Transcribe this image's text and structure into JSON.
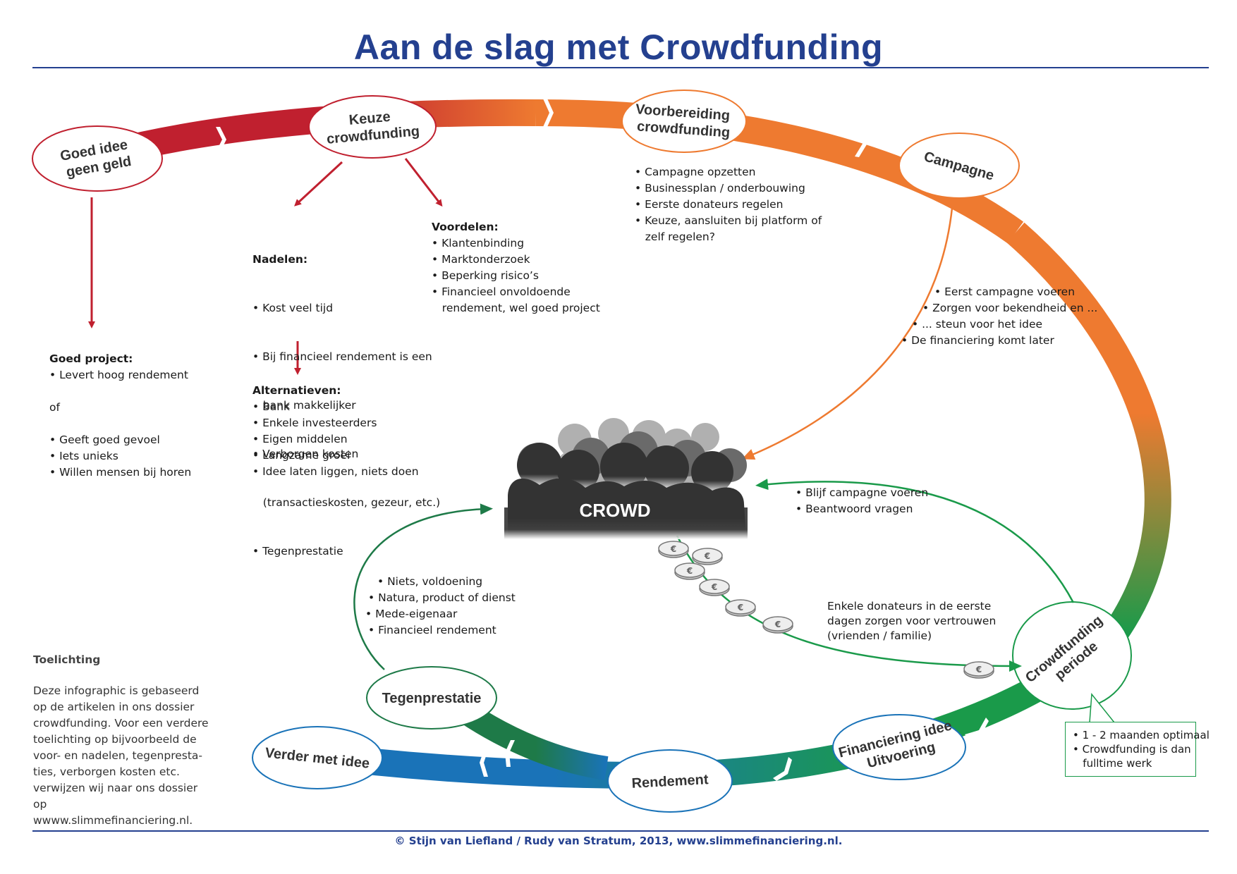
{
  "title": "Aan de slag met Crowdfunding",
  "footer": "© Stijn van Liefland / Rudy van Stratum, 2013, www.slimmefinanciering.nl.",
  "colors": {
    "title_blue": "#24408f",
    "red": "#c0202f",
    "orange": "#ee7a30",
    "green": "#1a9a4a",
    "dark_green": "#1e7a48",
    "blue": "#1a73b8",
    "crowd_gray": "#3a3a3a"
  },
  "stages": {
    "goed_idee": [
      "Goed idee",
      "geen geld"
    ],
    "keuze": [
      "Keuze",
      "crowdfunding"
    ],
    "voorbereiding": [
      "Voorbereiding",
      "crowdfunding"
    ],
    "campagne": [
      "Campagne"
    ],
    "periode": [
      "Crowdfunding",
      "periode"
    ],
    "financiering": [
      "Financiering idee",
      "Uitvoering"
    ],
    "rendement": [
      "Rendement"
    ],
    "tegenprestatie": [
      "Tegenprestatie"
    ],
    "verder": [
      "Verder met idee"
    ]
  },
  "crowd_label": "CROWD",
  "goed_project": {
    "heading": "Goed project:",
    "items": [
      "• Levert hoog rendement",
      "",
      "of",
      "",
      "• Geeft goed gevoel",
      "• Iets unieks",
      "• Willen mensen bij horen"
    ]
  },
  "nadelen": {
    "heading": "Nadelen:",
    "items": [
      "• Kost veel tijd",
      "• Bij financieel rendement is een",
      "   bank makkelijker",
      "• Verborgen kosten",
      "   (transactieskosten, gezeur, etc.)",
      "• Tegenprestatie"
    ]
  },
  "voordelen": {
    "heading": "Voordelen:",
    "items": [
      "• Klantenbinding",
      "• Marktonderzoek",
      "• Beperking risico’s",
      "• Financieel onvoldoende",
      "   rendement, wel goed project"
    ]
  },
  "alternatieven": {
    "heading": "Alternatieven:",
    "items": [
      "• Bank",
      "• Enkele investeerders",
      "• Eigen middelen",
      "• Langzame groei",
      "• Idee laten liggen, niets doen"
    ]
  },
  "voorbereiding_items": [
    "• Campagne opzetten",
    "• Businessplan / onderbouwing",
    "• Eerste donateurs regelen",
    "• Keuze, aansluiten bij platform of",
    "   zelf regelen?"
  ],
  "campagne_items": [
    "• Eerst campagne voeren",
    "• Zorgen voor bekendheid en ...",
    "• ... steun voor het idee",
    "• De financiering komt later"
  ],
  "blijf_items": [
    "• Blijf campagne voeren",
    "• Beantwoord vragen"
  ],
  "donateurs_items": [
    "Enkele donateurs in de eerste",
    "dagen zorgen voor vertrouwen",
    "(vrienden / familie)"
  ],
  "tegen_items": [
    "• Niets, voldoening",
    "• Natura, product of dienst",
    "• Mede-eigenaar",
    "• Financieel rendement"
  ],
  "callout_items": [
    "• 1 - 2 maanden optimaal",
    "• Crowdfunding is dan",
    "   fulltime werk"
  ],
  "toelichting": {
    "heading": "Toelichting",
    "text": "Deze infographic is gebaseerd op de artikelen in ons dossier crowdfunding. Voor een verdere toelichting op bijvoorbeeld de voor- en nadelen, tegenpresta-ties, verborgen kosten etc. verwijzen wij naar ons dossier op wwww.slimmefinanciering.nl."
  },
  "coin_symbol": "€"
}
